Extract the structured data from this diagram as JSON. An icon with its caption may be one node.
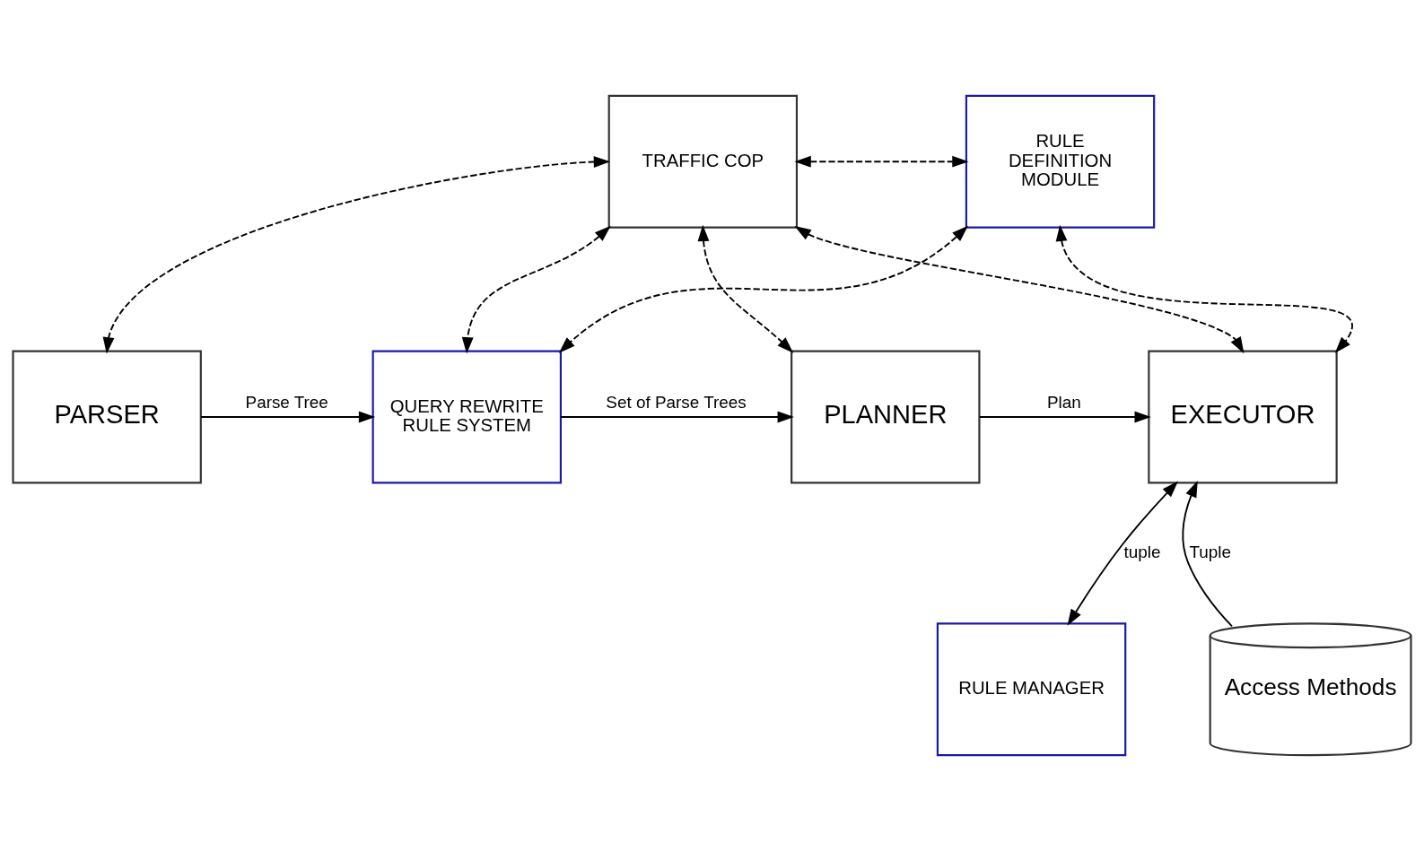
{
  "diagram": {
    "nodes": [
      {
        "text": [
          "TRAFFIC COP"
        ]
      },
      {
        "text": [
          "RULE DEFINITION MODULE"
        ]
      },
      {
        "text": [
          "PARSER"
        ]
      },
      {
        "text": [
          "QUERY REWRITE RULE SYSTEM"
        ]
      },
      {
        "text": [
          "PLANNER"
        ]
      },
      {
        "text": [
          "EXECUTOR"
        ]
      },
      {
        "text": [
          "Access Methods"
        ]
      },
      {
        "text": [
          "RULE MANAGER"
        ]
      }
    ],
    "edges": [
      {
        "from": 0,
        "to": 1,
        "arrow": "both",
        "style": "dashed"
      },
      {
        "from": 0,
        "to": 2,
        "arrow": "both",
        "style": "dashed"
      },
      {
        "from": 0,
        "to": 3,
        "arrow": "both",
        "style": "dashed"
      },
      {
        "from": 0,
        "to": 4,
        "arrow": "both",
        "style": "dashed"
      },
      {
        "from": 0,
        "to": 5,
        "arrow": "both",
        "style": "dashed"
      },
      {
        "from": 1,
        "to": 3,
        "arrow": "both",
        "style": "dashed"
      },
      {
        "from": 1,
        "to": 5,
        "arrow": "both",
        "style": "dashed"
      },
      {
        "from": 2,
        "to": 3,
        "label": "Parse Tree",
        "arrow": "to"
      },
      {
        "from": 3,
        "to": 4,
        "label": "Set of Parse Trees",
        "arrow": "to"
      },
      {
        "from": 4,
        "to": 5,
        "label": "Plan",
        "arrow": "to"
      },
      {
        "from": 6,
        "to": 5,
        "label": "Tuple",
        "arrow": "to"
      },
      {
        "from": 5,
        "to": 7,
        "label": "tuple",
        "arrow": "both"
      }
    ]
  }
}
